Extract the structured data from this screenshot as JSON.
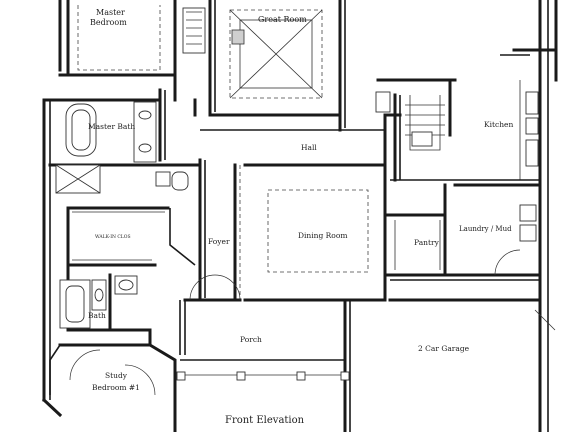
{
  "rooms": {
    "master_bedroom_line1": "Master",
    "master_bedroom_line2": "Bedroom",
    "great_room": "Great Room",
    "master_bath": "Master Bath",
    "kitchen": "Kitchen",
    "hall": "Hall",
    "dining_room": "Dining Room",
    "foyer": "Foyer",
    "pantry": "Pantry",
    "laundry_mud": "Laundry / Mud",
    "walk_closet": "WALK-IN CLOS",
    "bath": "Bath",
    "porch": "Porch",
    "garage": "2 Car Garage",
    "study_line1": "Study",
    "study_line2": "Bedroom #1",
    "front_elevation": "Front Elevation"
  }
}
